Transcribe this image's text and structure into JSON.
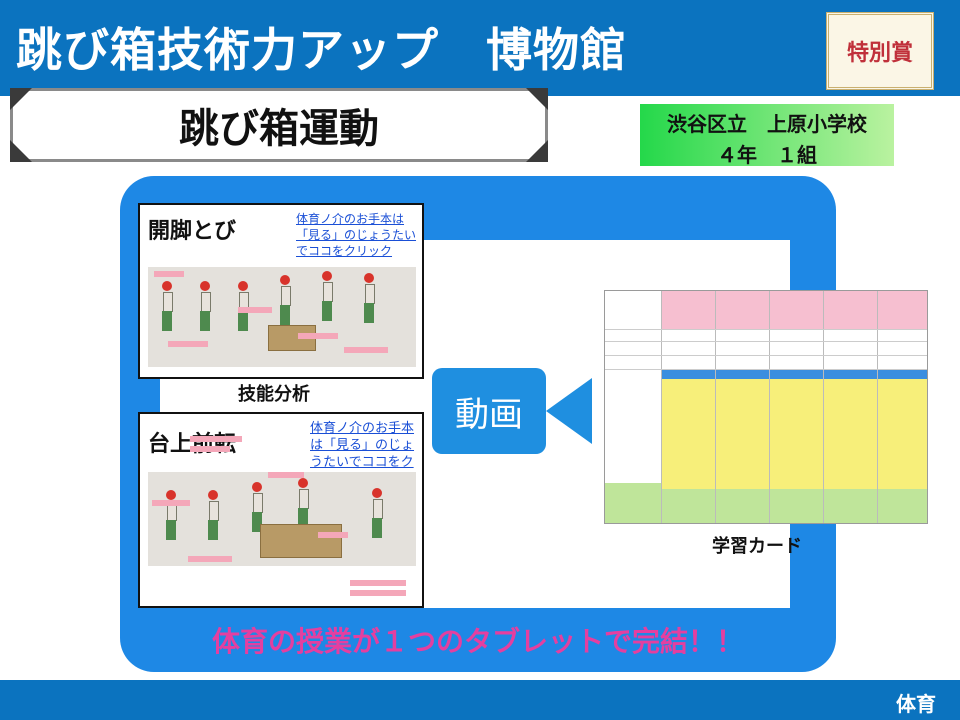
{
  "header": {
    "title": "跳び箱技術力アップ　博物館",
    "award_label": "特別賞"
  },
  "subtitle": "跳び箱運動",
  "school": {
    "name": "渋谷区立　上原小学校",
    "class": "４年　１組"
  },
  "cards": [
    {
      "title": "開脚とび",
      "link": "体育ノ介のお手本は「見る」のじょうたいでココをクリック",
      "caption": "技能分析"
    },
    {
      "title": "台上前転",
      "link": "体育ノ介のお手本は「見る」のじょうたいでココをクリック！",
      "caption": ""
    }
  ],
  "video": {
    "label": "動画"
  },
  "learning_card": {
    "caption": "学習カード"
  },
  "footer_message": "体育の授業が１つのタブレットで完結！！",
  "subject": "体育",
  "colors": {
    "brand_blue": "#0b73bf",
    "panel_blue": "#1e88e5",
    "message_pink": "#e43fa0",
    "school_green": "#24d84a"
  }
}
